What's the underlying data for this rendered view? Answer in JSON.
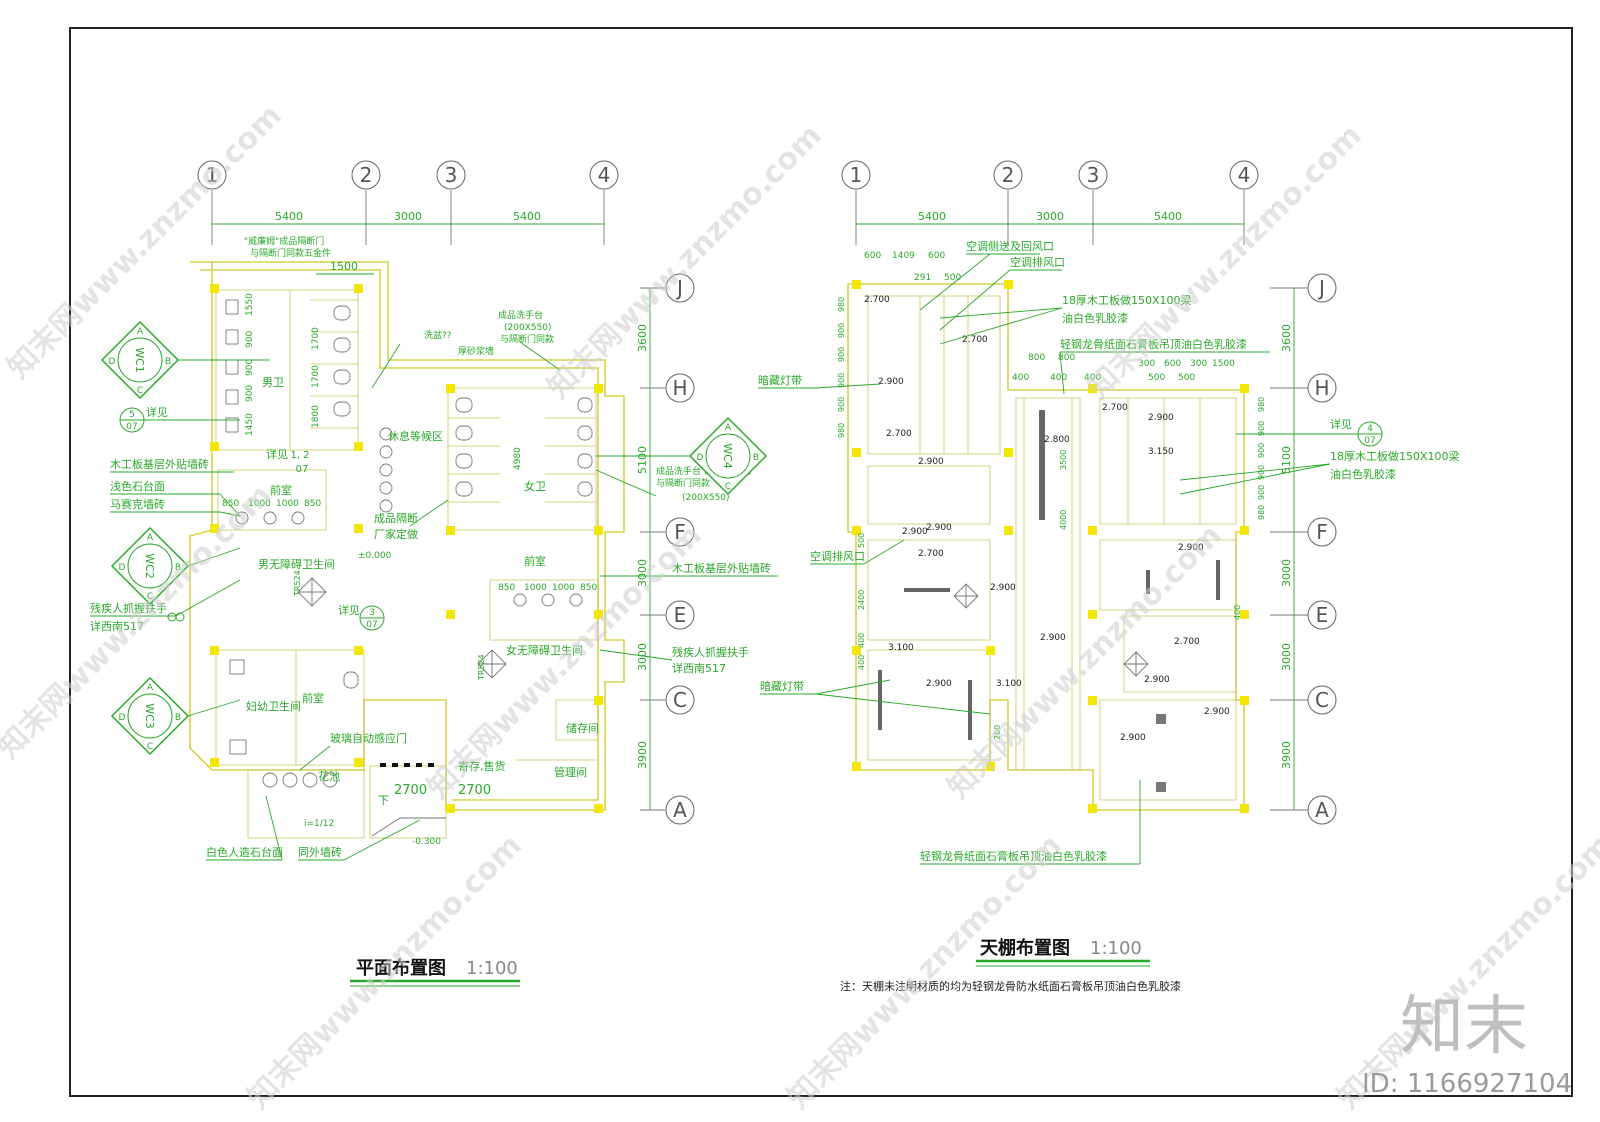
{
  "plan": {
    "title": "平面布置图",
    "scale": "1:100",
    "axes_top": [
      "1",
      "2",
      "3",
      "4"
    ],
    "dims_top": [
      "5400",
      "3000",
      "5400"
    ],
    "axes_right": [
      "J",
      "H",
      "F",
      "E",
      "C",
      "A"
    ],
    "dims_right": [
      "3600",
      "5100",
      "3000",
      "3000",
      "3900"
    ],
    "rooms": {
      "men": "男卫",
      "lounge": "休息等候区",
      "women": "女卫",
      "front1": "前室",
      "front2": "前室",
      "front3": "前室",
      "men_access": "男无障碍卫生间",
      "women_access": "女无障碍卫生间",
      "mother": "妇幼卫生间",
      "flower": "花池",
      "storage_sale": "寄存,售货",
      "store": "储存间",
      "manage": "管理间"
    },
    "labels": {
      "partition_top": "\"威廉姆\"成品隔断门",
      "partition_sub": "与隔断门同款五金件",
      "dim_1500": "1500",
      "men_dims": [
        "1550",
        "900",
        "900",
        "900",
        "1450"
      ],
      "men_dims2": [
        "1700",
        "1700",
        "1800"
      ],
      "see": "详见",
      "see_5": "5",
      "see_07": "07",
      "see_12": "1, 2",
      "see_3": "3",
      "wood_tile": "木工板基层外贴墙砖",
      "stone_counter": "浅色石台面",
      "mosaic": "马赛克墙砖",
      "counter_dims": [
        "850",
        "1000",
        "1000",
        "850"
      ],
      "counter_dims2": [
        "850",
        "1000",
        "1000",
        "850"
      ],
      "handrail": "残疾人抓握扶手",
      "detail_517": "详西南517",
      "handrail2": "残疾人抓握扶手",
      "detail_5172": "详西南517",
      "partition_factory": "成品隔断",
      "factory_custom": "厂家定做",
      "wood_tile2": "木工板基层外贴墙砖",
      "glass_door": "玻璃自动感应门",
      "white_stone": "白色人造石台面",
      "ext_tile": "同外墙砖",
      "counter_spec": "(200X550)",
      "counter_spec2": "(200X550)",
      "counter_top": "成品洗手台",
      "counter_top2": "与隔断门同款",
      "counter_right": "成品洗手台 (200X550)",
      "counter_right2": "与隔断门同款",
      "sink": "洗盆??",
      "wall_note": "厚砂浆墙",
      "elev_2700a": "2700",
      "elev_2700b": "2700",
      "down": "下",
      "dim_4980": "4980",
      "slope": "i=1/12",
      "level_zero": "±0.000",
      "level_low": "-0.300",
      "tr_a": "TR524",
      "tr_b": "TR524"
    },
    "tags": [
      {
        "n": "WC1",
        "a": "A",
        "b": "B",
        "c": "C",
        "d": "D"
      },
      {
        "n": "WC2",
        "a": "A",
        "b": "B",
        "c": "C",
        "d": "D"
      },
      {
        "n": "WC3",
        "a": "A",
        "b": "B",
        "c": "C",
        "d": "D"
      },
      {
        "n": "WC4",
        "a": "A",
        "b": "B",
        "c": "C",
        "d": "D"
      }
    ]
  },
  "ceiling": {
    "title": "天棚布置图",
    "scale": "1:100",
    "axes_top": [
      "1",
      "2",
      "3",
      "4"
    ],
    "dims_top": [
      "5400",
      "3000",
      "5400"
    ],
    "axes_right": [
      "J",
      "H",
      "F",
      "E",
      "C",
      "A"
    ],
    "dims_right": [
      "3600",
      "5100",
      "3000",
      "3000",
      "3900"
    ],
    "labels": {
      "ac_supply": "空调侧送及回风口",
      "ac_exhaust": "空调排风口",
      "beam": "18厚木工板做150X100梁",
      "beam_paint": "油白色乳胶漆",
      "gypsum": "轻钢龙骨纸面石膏板吊顶油白色乳胶漆",
      "hidden_light": "暗藏灯带",
      "hidden_light2": "暗藏灯带",
      "ac_exhaust2": "空调排风口",
      "beam2": "18厚木工板做150X100梁",
      "beam_paint2": "油白色乳胶漆",
      "gypsum2": "轻钢龙骨纸面石膏板吊顶油白色乳胶漆",
      "see": "详见",
      "see_4": "4",
      "see_07": "07",
      "dims_a": [
        "600",
        "1409",
        "600"
      ],
      "dims_b": [
        "291",
        "500"
      ],
      "dims_c": [
        "800",
        "800"
      ],
      "dims_d": [
        "300",
        "600",
        "300",
        "1500"
      ],
      "dims_e": [
        "500",
        "500"
      ],
      "dims_f": [
        "400",
        "400",
        "400"
      ],
      "dims_left": [
        "980",
        "900",
        "900",
        "900",
        "900",
        "980"
      ],
      "dims_right2": [
        "980",
        "900",
        "900",
        "900",
        "900",
        "980"
      ],
      "dims_v": [
        "500",
        "2400",
        "400",
        "400",
        "400",
        "200"
      ],
      "dims_mid": [
        "3500",
        "4000"
      ]
    },
    "elevations": [
      "2.700",
      "2.700",
      "2.900",
      "2.700",
      "2.900",
      "2.900",
      "2.900",
      "2.700",
      "2.900",
      "3.100",
      "2.900",
      "3.100",
      "2.900",
      "2.800",
      "2.700",
      "2.900",
      "3.150",
      "2.900",
      "2.700",
      "2.900",
      "2.900",
      "2.900"
    ],
    "note": "注：天棚未注明材质的均为轻钢龙骨防水纸面石膏板吊顶油白色乳胶漆"
  },
  "watermark": {
    "site": "知末网www.znzmo.com",
    "brand": "知末",
    "id": "ID: 1166927104"
  },
  "colors": {
    "annotation": "#2aa82a",
    "wall": "#d6d34a",
    "column": "#f3e600",
    "frame": "#222222"
  }
}
